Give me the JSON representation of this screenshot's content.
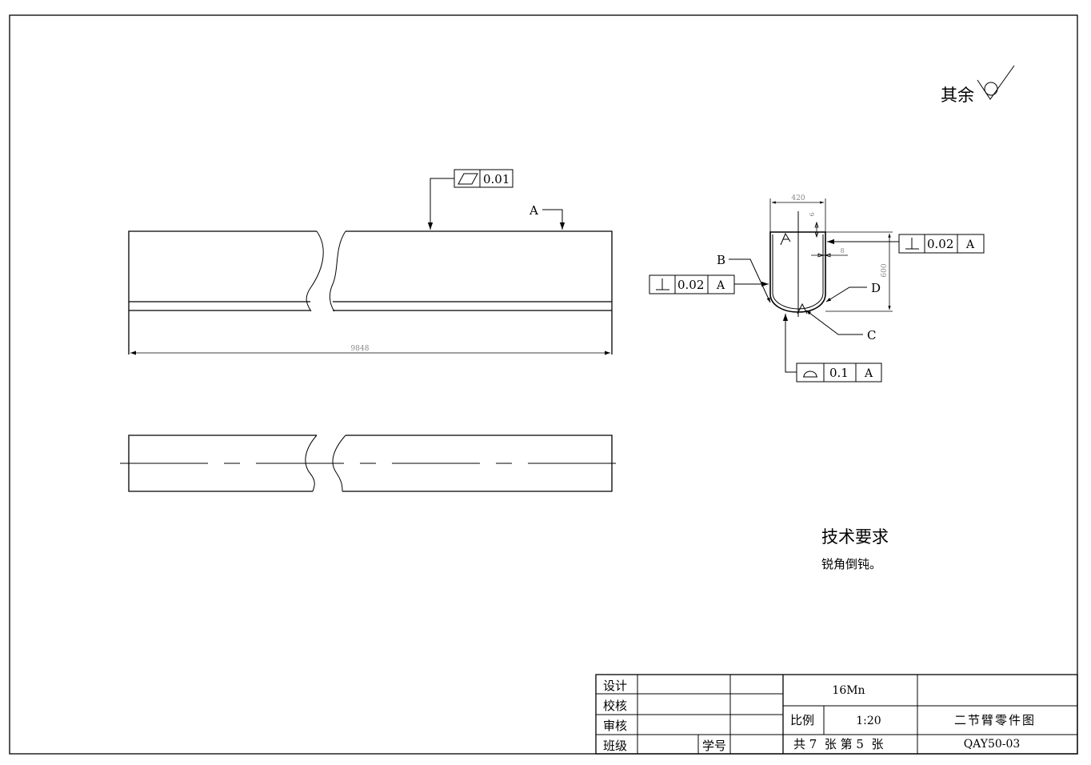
{
  "surface_note": {
    "prefix": "其余"
  },
  "flatness_frame": {
    "value": "0.01"
  },
  "datum_a_label": "A",
  "length_dim": "9848",
  "section": {
    "width_dim": "420",
    "height_dim": "600",
    "top_small_dim": "6",
    "side_small_dim": "8",
    "label_b": "B",
    "label_c": "C",
    "label_d": "D",
    "perp_right": {
      "value": "0.02",
      "datum": "A"
    },
    "perp_left": {
      "value": "0.02",
      "datum": "A"
    },
    "profile_bottom": {
      "value": "0.1",
      "datum": "A"
    }
  },
  "tech_req": {
    "title": "技术要求",
    "body": "锐角倒钝。"
  },
  "title_block": {
    "row_labels": [
      "设计",
      "校核",
      "审核",
      "班级"
    ],
    "student_no_label": "学号",
    "material": "16Mn",
    "scale_label": "比例",
    "scale_value": "1:20",
    "sheet_info": "共 7  张 第 5  张",
    "part_name": "二节臂零件图",
    "drawing_no": "QAY50-03"
  }
}
